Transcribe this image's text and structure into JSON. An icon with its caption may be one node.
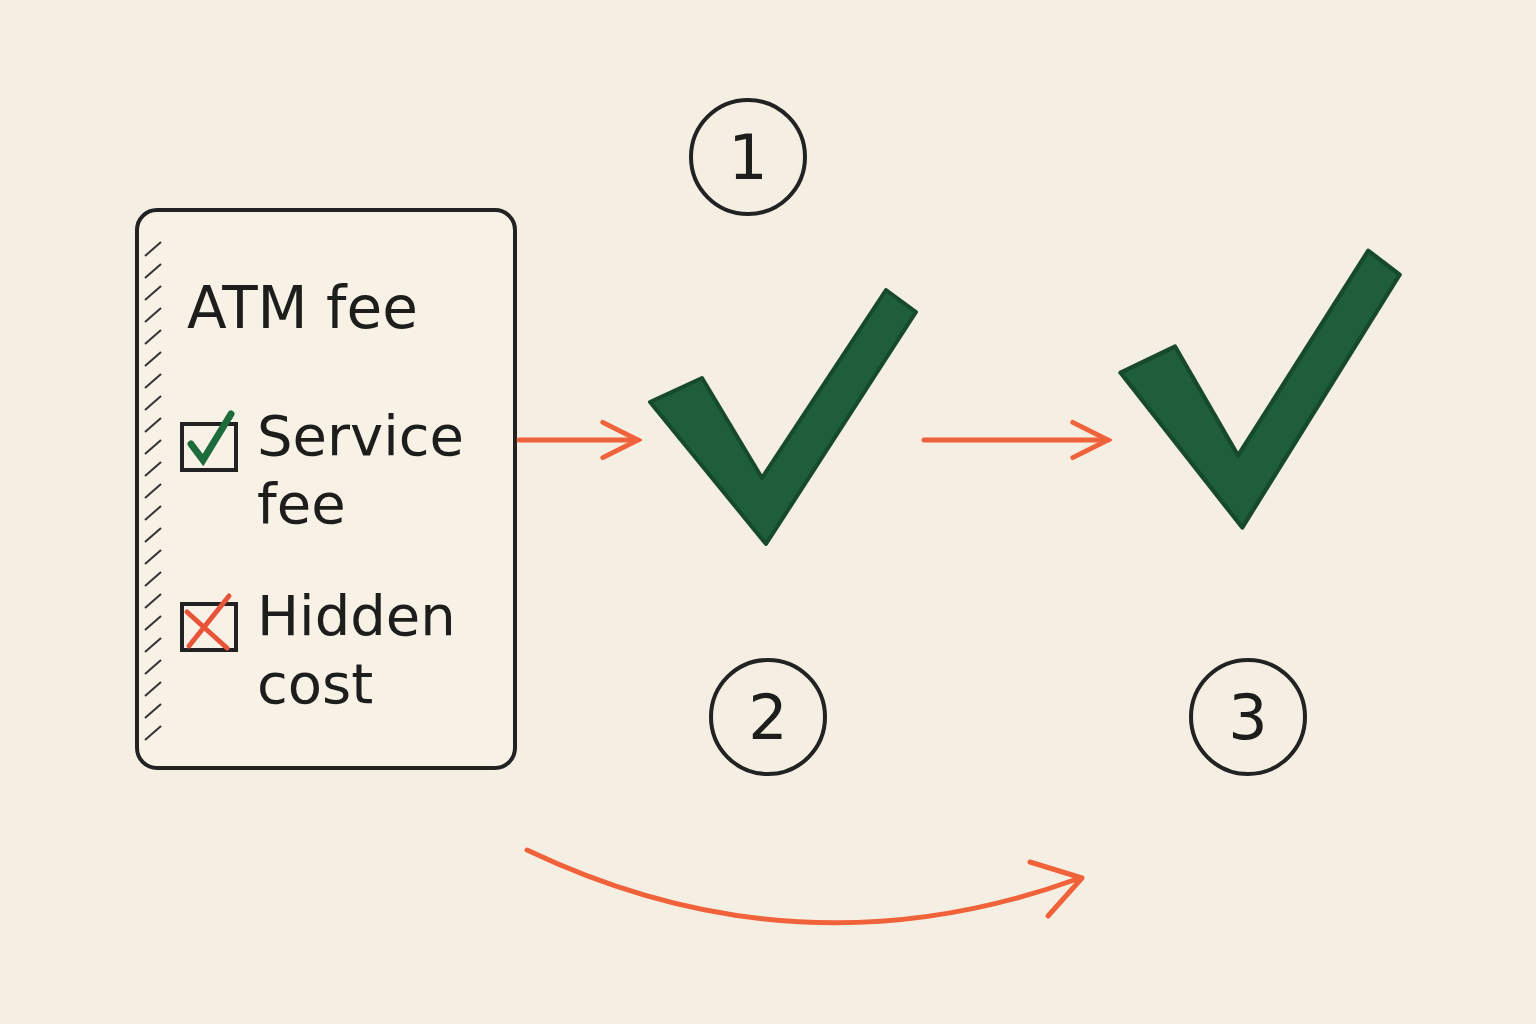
{
  "diagram": {
    "nodes": [
      {
        "text": [
          "ATM fee",
          "Service fee",
          "Hidden cost"
        ]
      },
      {
        "text": [],
        "shape": "checkmark"
      },
      {
        "text": [],
        "shape": "checkmark"
      }
    ],
    "edges": [
      {
        "from": 0,
        "to": 1,
        "arrow": "to"
      },
      {
        "from": 1,
        "to": 2,
        "arrow": "to"
      }
    ],
    "labels": [
      "1",
      "2",
      "3"
    ]
  }
}
